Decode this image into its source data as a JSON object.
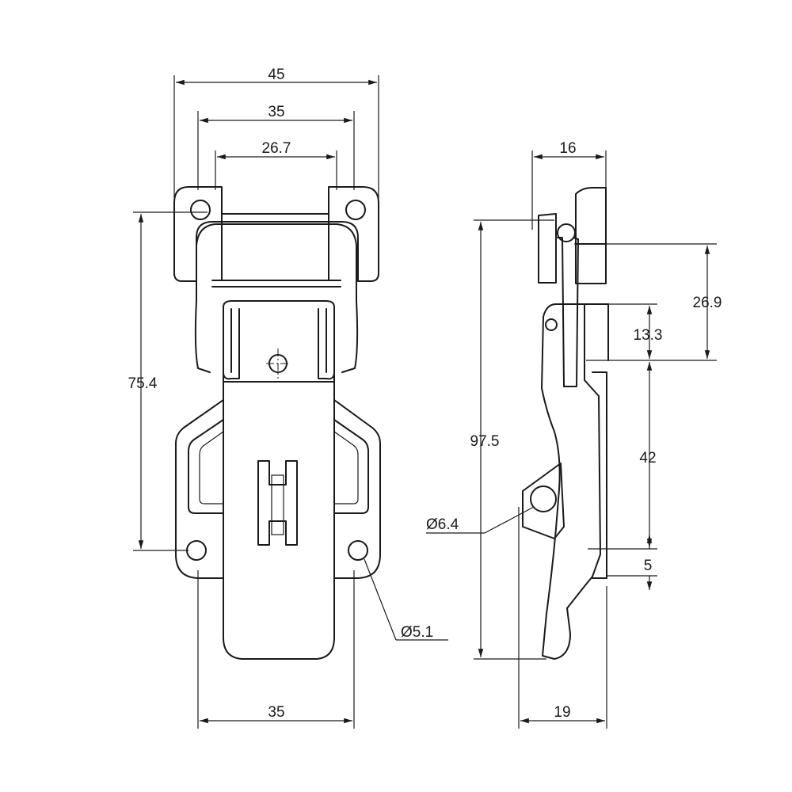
{
  "front_view": {
    "overall_width": "45",
    "mount_hole_spacing_top": "35",
    "inner_width": "26.7",
    "hole_spacing_vertical": "75.4",
    "mount_hole_spacing_bottom": "35",
    "hole_diameter": "Ø5.1"
  },
  "side_view": {
    "top_depth": "16",
    "overall_height": "97.5",
    "pivot_offset": "26.9",
    "hook_height": "13.3",
    "pivot_to_hook": "42",
    "bottom_tip": "5",
    "pivot_diameter": "Ø6.4",
    "bottom_depth": "19"
  }
}
